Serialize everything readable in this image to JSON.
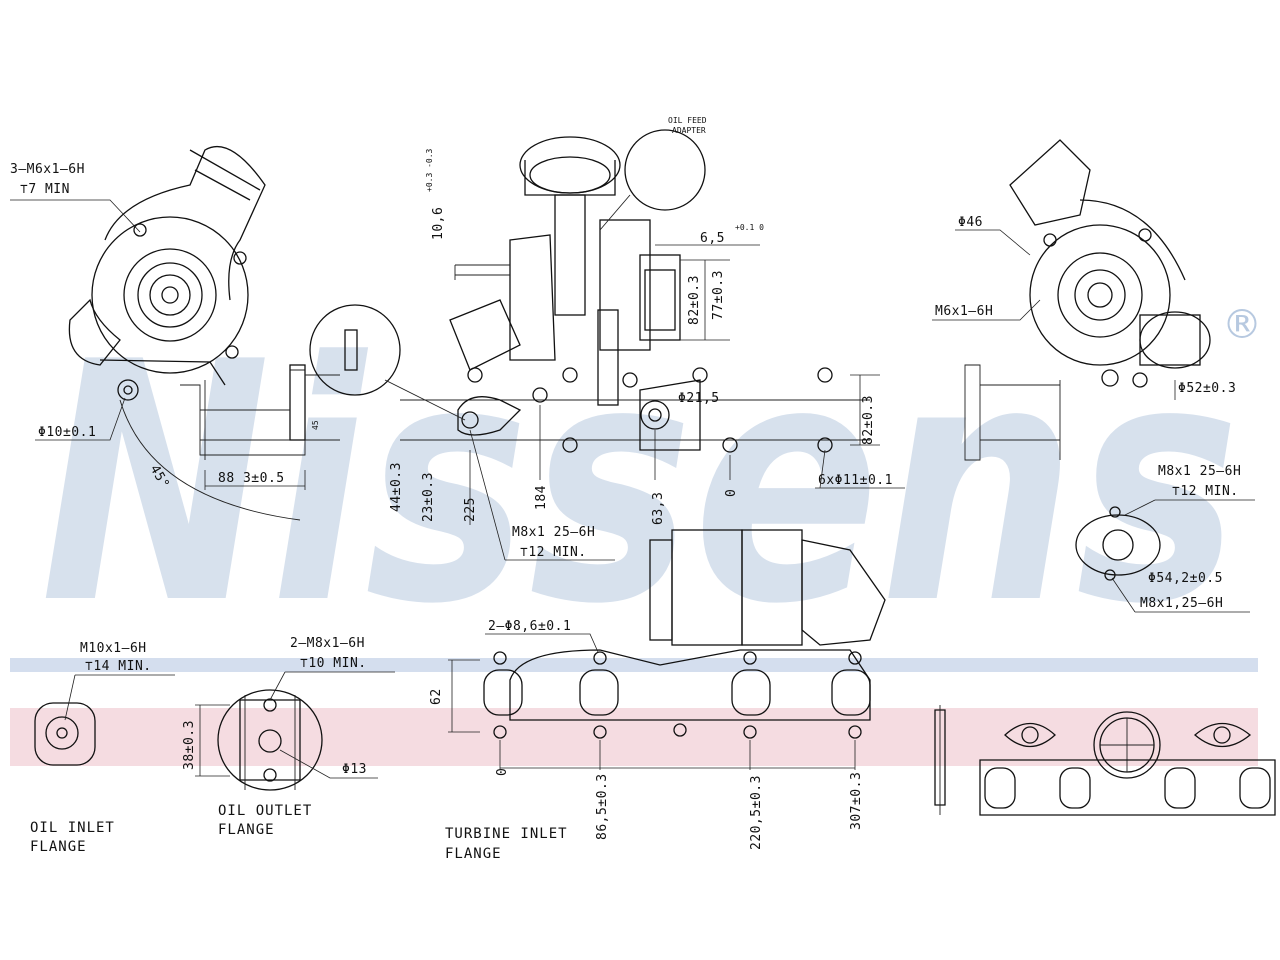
{
  "watermark": {
    "text": "Nissens",
    "registered": "®",
    "band_colors": {
      "blue": "#c9d6ea",
      "pink": "#f3d3da"
    }
  },
  "callouts": {
    "top_left_thread": "3–M6x1–6H",
    "top_left_depth": "⊤7  MIN",
    "dia_10": "Φ10±0.1",
    "dim_88_3": "88 3±0.5",
    "angle_45": "45°",
    "oil_feed_adapter_1": "OIL FEED",
    "oil_feed_adapter_2": "ADAPTER",
    "dim_10_6": "10,6",
    "dim_10_6_tol": "+0.3 -0.3",
    "dim_6_5": "6,5",
    "dim_6_5_tol": "+0.1 0",
    "dim_82": "82±0.3",
    "dim_77": "77±0.3",
    "dim_21_5": "Φ21,5",
    "dim_82_right": "82±0.3",
    "holes_6x11": "6xΦ11±0.1",
    "dim_44": "44±0.3",
    "dim_23": "23±0.3",
    "dim_225": "225",
    "dim_184": "184",
    "dim_63_3": "63,3",
    "dim_0": "0",
    "thread_m8_center": "M8x1 25–6H",
    "depth_12_center": "⊤12  MIN.",
    "dia_46": "Φ46",
    "thread_m6_right": "M6x1–6H",
    "dia_52": "Φ52±0.3",
    "thread_m8_right": "M8x1 25–6H",
    "depth_12_right": "⊤12  MIN.",
    "dia_54_2": "Φ54,2±0.5",
    "thread_m8_right2": "M8x1,25–6H",
    "oil_inlet_thread": "M10x1–6H",
    "oil_inlet_depth": "⊤14  MIN.",
    "oil_outlet_thread": "2–M8x1–6H",
    "oil_outlet_depth": "⊤10  MIN.",
    "dim_38": "38±0.3",
    "dia_13": "Φ13",
    "turbine_holes": "2–Φ8,6±0.1",
    "dim_62": "62",
    "dim_bottom_0": "0",
    "dim_86_5": "86,5±0.3",
    "dim_220_5": "220,5±0.3",
    "dim_307": "307±0.3"
  },
  "labels": {
    "oil_inlet_1": "OIL  INLET",
    "oil_inlet_2": "FLANGE",
    "oil_outlet_1": "OIL  OUTLET",
    "oil_outlet_2": "FLANGE",
    "turbine_inlet_1": "TURBINE  INLET",
    "turbine_inlet_2": "FLANGE"
  }
}
